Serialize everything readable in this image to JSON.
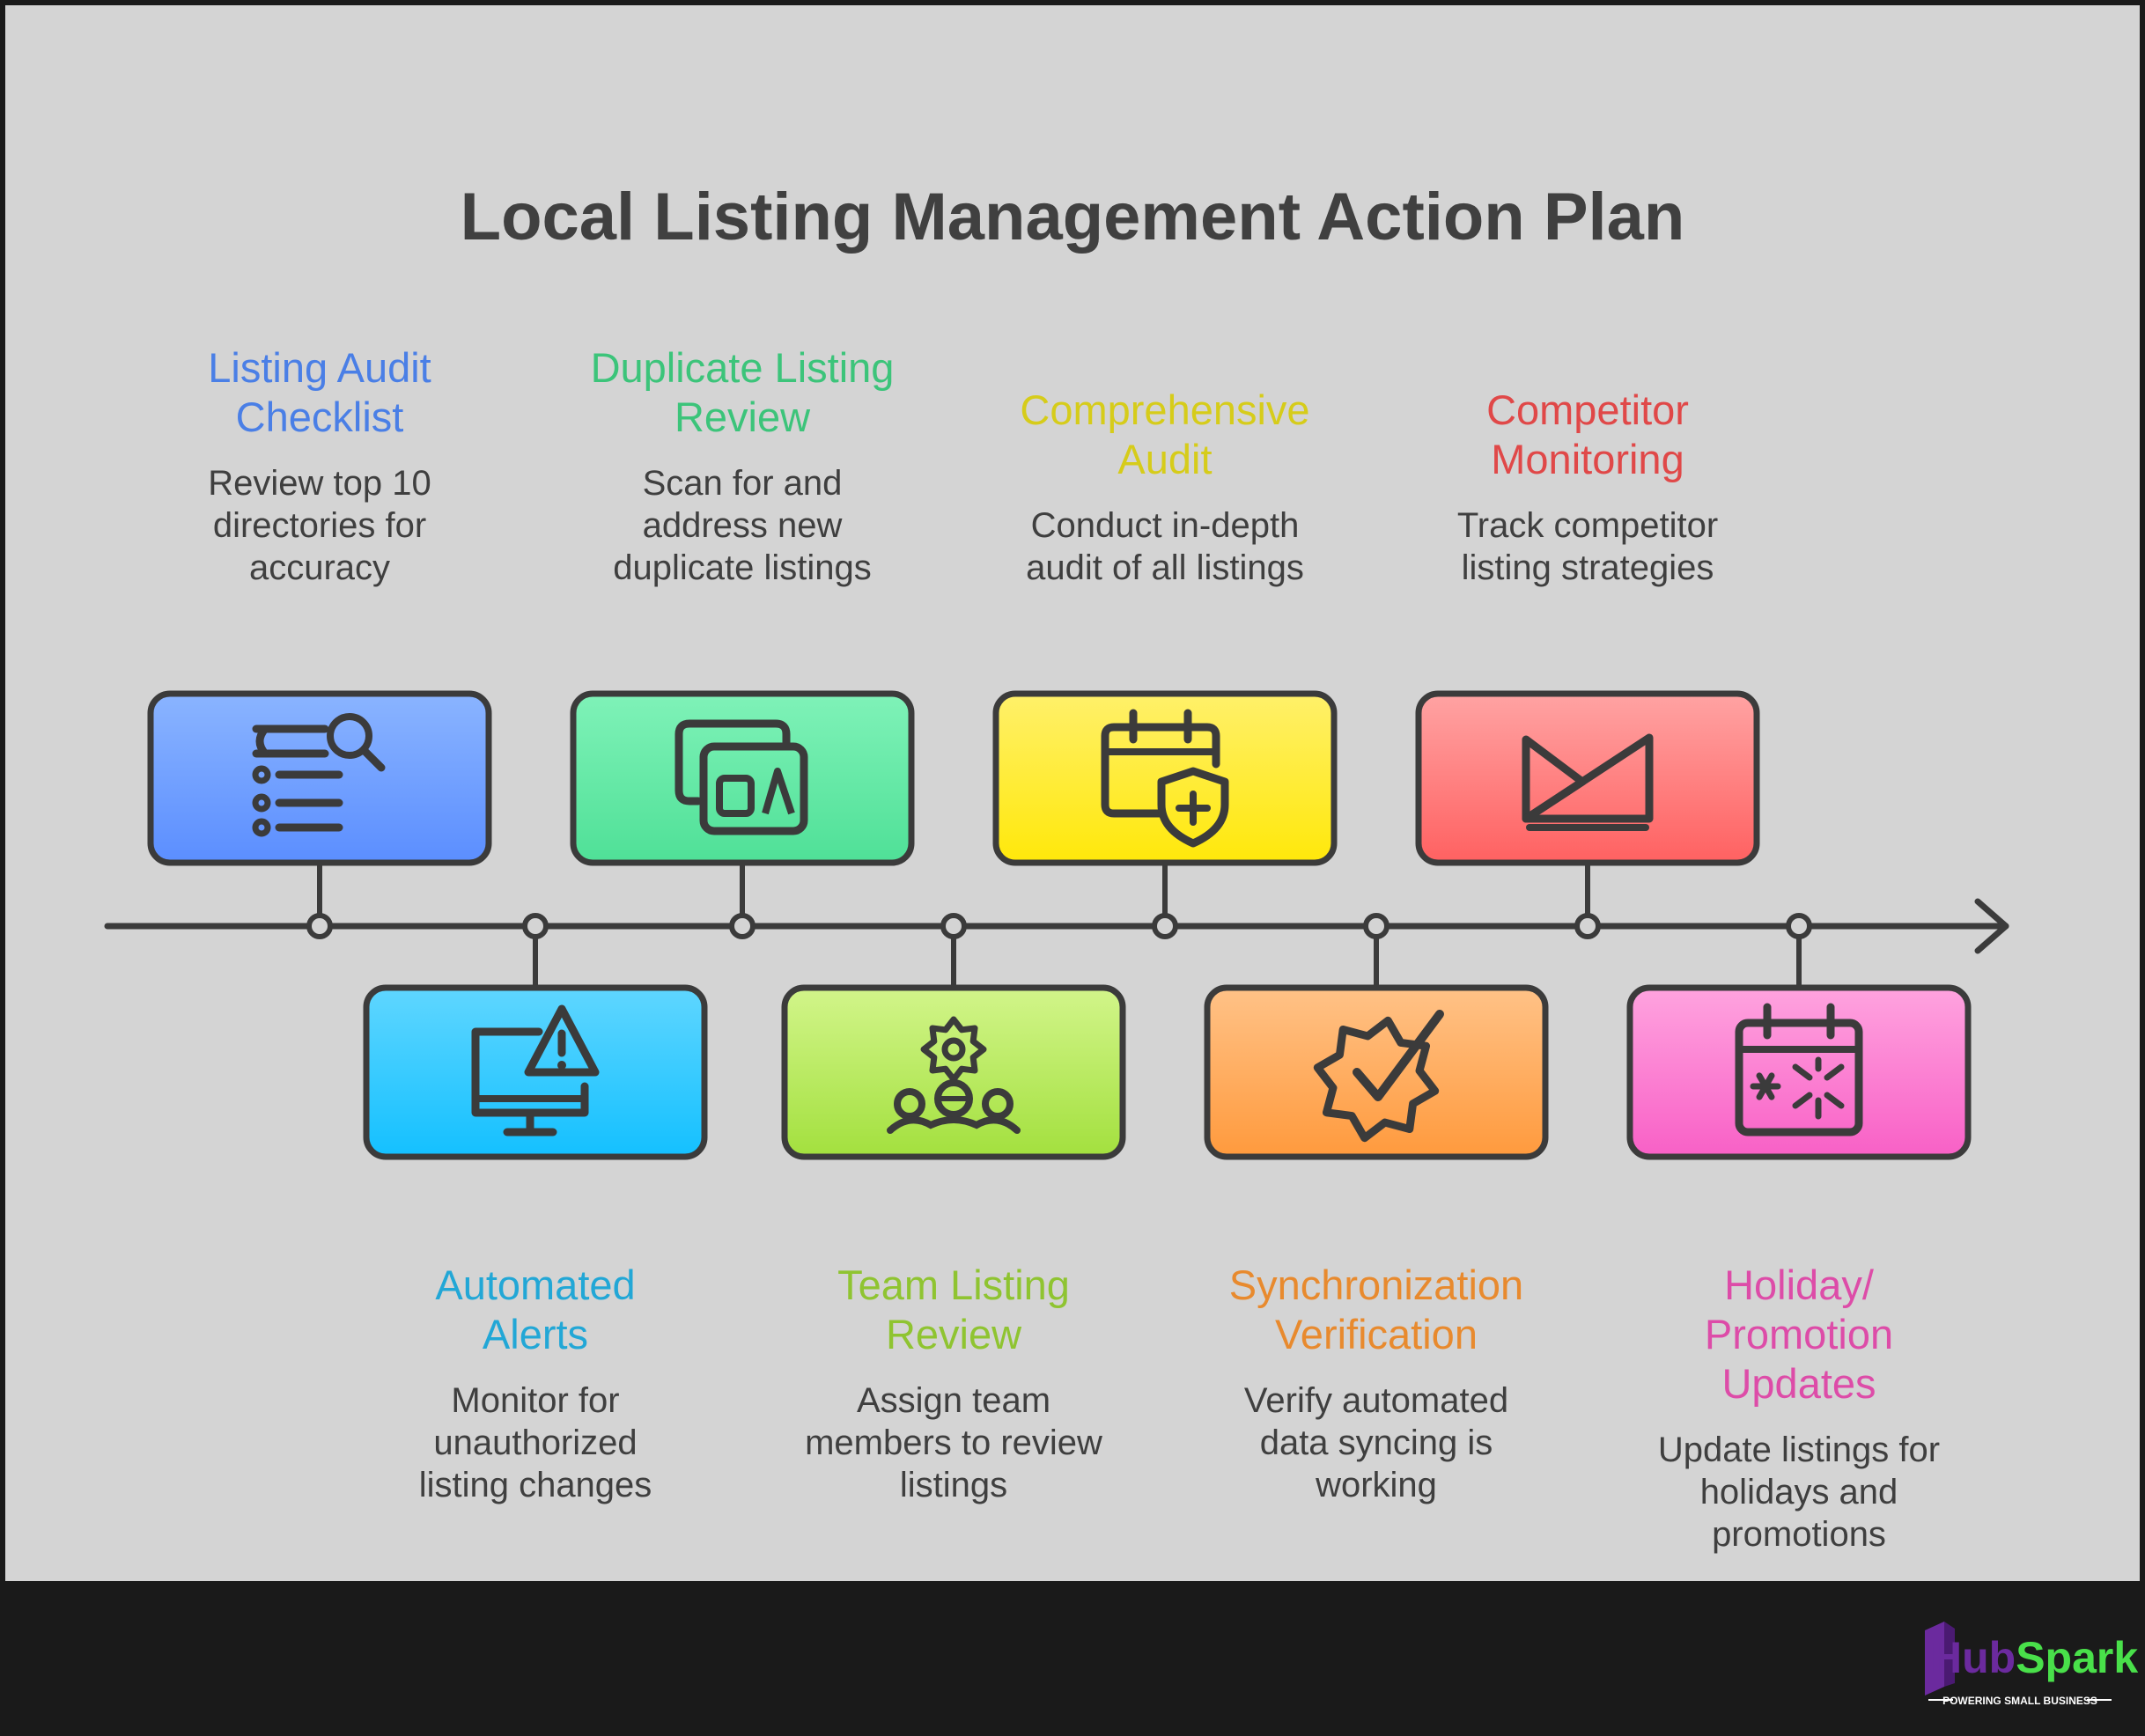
{
  "title": "Local Listing Management Action Plan",
  "colors": {
    "background": "#d4d4d4",
    "footer": "#1a1a1a",
    "line": "#3b3b3b",
    "title_text": "#404040",
    "desc_text": "#3f3f3f"
  },
  "steps": [
    {
      "title_lines": [
        "Listing Audit",
        "Checklist"
      ],
      "desc_lines": [
        "Review top 10",
        "directories for",
        "accuracy"
      ],
      "color": "#4a7fe6",
      "fill_top": "#8ab4ff",
      "fill_bottom": "#5b8eff",
      "icon": "list-search-icon",
      "position": "top"
    },
    {
      "title_lines": [
        "Automated",
        "Alerts"
      ],
      "desc_lines": [
        "Monitor for",
        "unauthorized",
        "listing changes"
      ],
      "color": "#22a7d6",
      "fill_top": "#5fd6ff",
      "fill_bottom": "#14c0ff",
      "icon": "monitor-alert-icon",
      "position": "bottom"
    },
    {
      "title_lines": [
        "Duplicate Listing",
        "Review"
      ],
      "desc_lines": [
        "Scan for and",
        "address new",
        "duplicate listings"
      ],
      "color": "#3cc47a",
      "fill_top": "#7ff2b8",
      "fill_bottom": "#4fe097",
      "icon": "duplicate-shapes-icon",
      "position": "top"
    },
    {
      "title_lines": [
        "Team Listing",
        "Review"
      ],
      "desc_lines": [
        "Assign team",
        "members to review",
        "listings"
      ],
      "color": "#8fc431",
      "fill_top": "#d2f58a",
      "fill_bottom": "#a3e03e",
      "icon": "team-gear-icon",
      "position": "bottom"
    },
    {
      "title_lines": [
        "Comprehensive",
        "Audit"
      ],
      "desc_lines": [
        "Conduct in-depth",
        "audit of all listings"
      ],
      "color": "#d6cc1a",
      "fill_top": "#fff06a",
      "fill_bottom": "#ffe80a",
      "icon": "calendar-shield-icon",
      "position": "top"
    },
    {
      "title_lines": [
        "Synchronization",
        "Verification"
      ],
      "desc_lines": [
        "Verify automated",
        "data syncing is",
        "working"
      ],
      "color": "#e88a2e",
      "fill_top": "#ffc287",
      "fill_bottom": "#ff9a3d",
      "icon": "gear-check-icon",
      "position": "bottom"
    },
    {
      "title_lines": [
        "Competitor",
        "Monitoring"
      ],
      "desc_lines": [
        "Track competitor",
        "listing strategies"
      ],
      "color": "#e04848",
      "fill_top": "#ffa3a3",
      "fill_bottom": "#ff6161",
      "icon": "competitor-triangles-icon",
      "position": "top"
    },
    {
      "title_lines": [
        "Holiday/",
        "Promotion",
        "Updates"
      ],
      "desc_lines": [
        "Update listings for",
        "holidays and",
        "promotions"
      ],
      "color": "#dd4ca8",
      "fill_top": "#ffa3df",
      "fill_bottom": "#f860c6",
      "icon": "calendar-sparkle-icon",
      "position": "bottom"
    }
  ],
  "brand": {
    "name_part1": "Hub",
    "name_part2": "Spark",
    "tagline": "POWERING SMALL BUSINESS",
    "color_part1": "#6b2a9e",
    "color_part2": "#49e04a"
  }
}
